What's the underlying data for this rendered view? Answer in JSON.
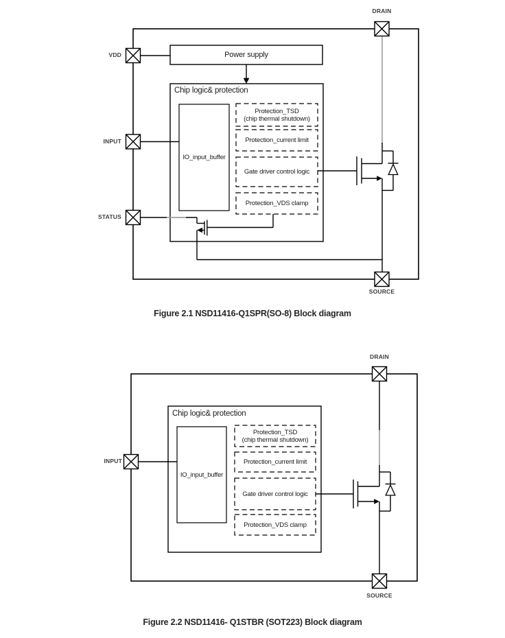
{
  "colors": {
    "line": "#000000",
    "gray_line": "#b0b0b0",
    "text": "#1a1a1a",
    "pin_text": "#3d3d3d",
    "caption_text": "#262626"
  },
  "diagram1": {
    "caption": "Figure 2.1 NSD11416-Q1SPR(SO-8) Block diagram",
    "pins": {
      "vdd": "VDD",
      "input": "INPUT",
      "status": "STATUS",
      "drain": "DRAIN",
      "source": "SOURCE"
    },
    "blocks": {
      "power_supply": "Power supply",
      "chip_logic": "Chip logic& protection",
      "io_buffer": "IO_input_buffer",
      "tsd_line1": "Protection_TSD",
      "tsd_line2": "(chip thermal shutdown)",
      "current_limit": "Protection_current limit",
      "gate_driver": "Gate driver control logic",
      "vds_clamp": "Protection_VDS clamp"
    }
  },
  "diagram2": {
    "caption": "Figure 2.2 NSD11416- Q1STBR (SOT223) Block diagram",
    "pins": {
      "input": "INPUT",
      "drain": "DRAIN",
      "source": "SOURCE"
    },
    "blocks": {
      "chip_logic": "Chip logic& protection",
      "io_buffer": "IO_input_buffer",
      "tsd_line1": "Protection_TSD",
      "tsd_line2": "(chip thermal shutdown)",
      "current_limit": "Protection_current limit",
      "gate_driver": "Gate driver control logic",
      "vds_clamp": "Protection_VDS clamp"
    }
  }
}
